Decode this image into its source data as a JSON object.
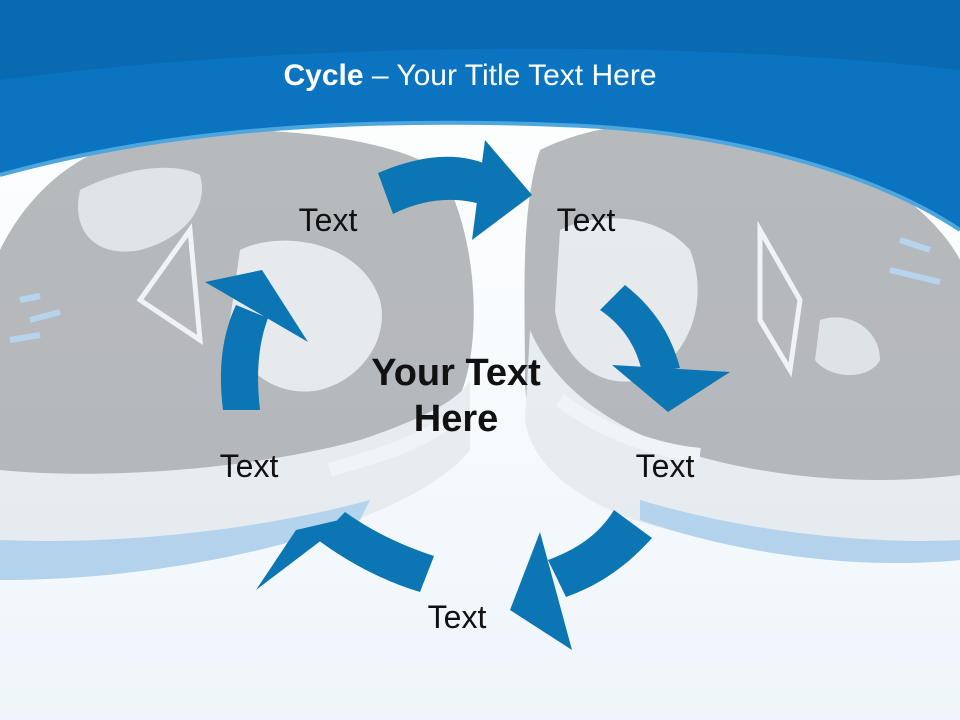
{
  "slide": {
    "title_bold": "Cycle",
    "title_rest": " – Your Title Text Here",
    "center_text_line1": "Your Text",
    "center_text_line2": "Here",
    "labels": [
      "Text",
      "Text",
      "Text",
      "Text",
      "Text"
    ]
  },
  "colors": {
    "header_blue": "#0a74c1",
    "arrow_blue": "#0b76b3",
    "shoe_dark": "#4a4f57",
    "shoe_accent": "#3c8fd0"
  },
  "background_image": "sneakers-photo",
  "diagram_icon": "cycle-arrows-icon"
}
